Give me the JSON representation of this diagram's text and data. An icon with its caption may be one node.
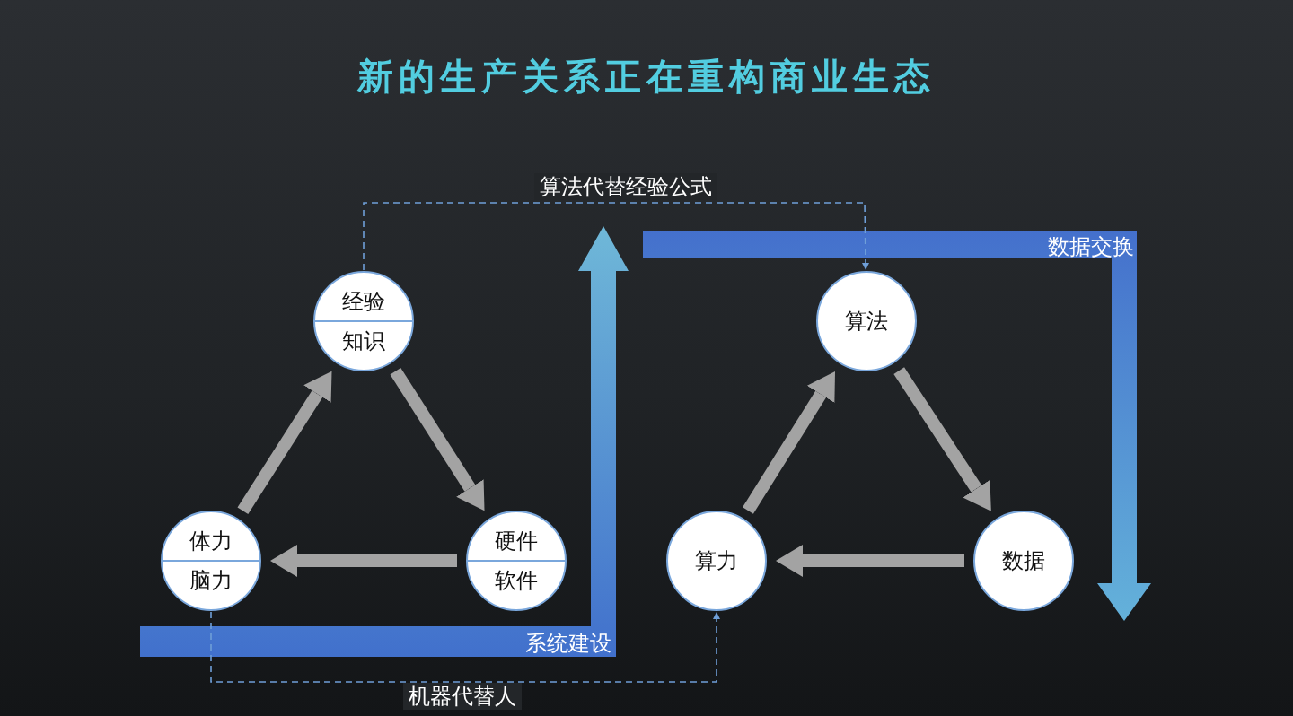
{
  "diagram": {
    "title": "新的生产关系正在重构商业生态",
    "nodes": [
      {
        "text": [
          "经验",
          "知识"
        ]
      },
      {
        "text": [
          "硬件",
          "软件"
        ]
      },
      {
        "text": [
          "体力",
          "脑力"
        ]
      },
      {
        "text": [
          "算法"
        ]
      },
      {
        "text": [
          "数据"
        ]
      },
      {
        "text": [
          "算力"
        ]
      }
    ],
    "labels": [
      "数据交换",
      "系统建设"
    ],
    "edges": [
      {
        "from": 2,
        "to": 0,
        "arrow": "to"
      },
      {
        "from": 0,
        "to": 1,
        "arrow": "to"
      },
      {
        "from": 1,
        "to": 2,
        "arrow": "to"
      },
      {
        "from": 5,
        "to": 3,
        "arrow": "to"
      },
      {
        "from": 3,
        "to": 4,
        "arrow": "to"
      },
      {
        "from": 4,
        "to": 5,
        "arrow": "to"
      },
      {
        "from": 0,
        "to": 3,
        "arrow": "to",
        "label": "算法代替经验公式",
        "style": "dashed",
        "color": "#6f9fd8"
      },
      {
        "from": 2,
        "to": 5,
        "arrow": "to",
        "label": "机器代替人",
        "style": "dashed",
        "color": "#6f9fd8"
      }
    ]
  }
}
